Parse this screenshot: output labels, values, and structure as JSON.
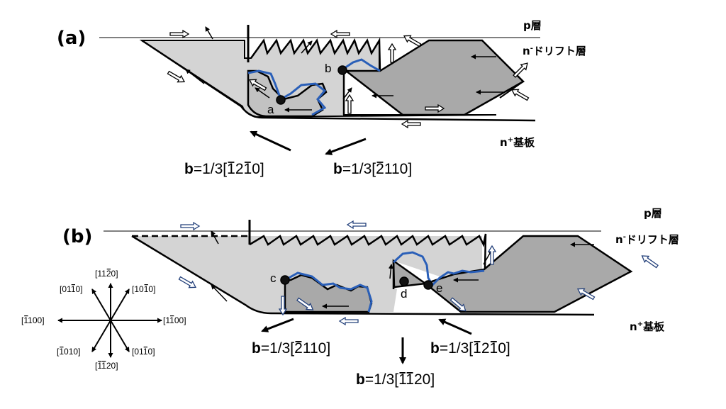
{
  "panels": {
    "a": {
      "label": "(a)",
      "layers": {
        "p": "p層",
        "drift_prefix": "n",
        "drift_sup": "-",
        "drift_suffix": "ドリフト層",
        "substrate_prefix": "n",
        "substrate_sup": "+",
        "substrate_suffix": "基板"
      },
      "points": [
        "a",
        "b"
      ],
      "burgers": [
        {
          "prefix": "b",
          "text": "=1/3[",
          "indices": [
            "1",
            "2",
            "1",
            "0"
          ],
          "bars": [
            true,
            false,
            true,
            false
          ],
          "close": "]"
        },
        {
          "prefix": "b",
          "text": "=1/3[",
          "indices": [
            "2",
            "1",
            "1",
            "0"
          ],
          "bars": [
            true,
            false,
            false,
            false
          ],
          "close": "]"
        }
      ]
    },
    "b": {
      "label": "(b)",
      "layers": {
        "p": "p層",
        "drift_prefix": "n",
        "drift_sup": "-",
        "drift_suffix": "ドリフト層",
        "substrate_prefix": "n",
        "substrate_sup": "+",
        "substrate_suffix": "基板"
      },
      "points": [
        "c",
        "d",
        "e"
      ],
      "burgers": [
        {
          "prefix": "b",
          "text": "=1/3[",
          "indices": [
            "2",
            "1",
            "1",
            "0"
          ],
          "bars": [
            true,
            false,
            false,
            false
          ],
          "close": "]"
        },
        {
          "prefix": "b",
          "text": "=1/3[",
          "indices": [
            "1",
            "1",
            "2",
            "0"
          ],
          "bars": [
            true,
            true,
            false,
            false
          ],
          "close": "]"
        },
        {
          "prefix": "b",
          "text": "=1/3[",
          "indices": [
            "1",
            "2",
            "1",
            "0"
          ],
          "bars": [
            true,
            false,
            true,
            false
          ],
          "close": "]"
        }
      ]
    }
  },
  "compass": [
    {
      "indices": [
        "1",
        "1",
        "2",
        "0"
      ],
      "bars": [
        false,
        false,
        true,
        false
      ]
    },
    {
      "indices": [
        "0",
        "1",
        "1",
        "0"
      ],
      "bars": [
        false,
        false,
        true,
        false
      ]
    },
    {
      "indices": [
        "1",
        "0",
        "1",
        "0"
      ],
      "bars": [
        false,
        false,
        true,
        false
      ]
    },
    {
      "indices": [
        "1",
        "1",
        "0",
        "0"
      ],
      "bars": [
        true,
        false,
        false,
        false
      ]
    },
    {
      "indices": [
        "1",
        "1",
        "0",
        "0"
      ],
      "bars": [
        false,
        true,
        false,
        false
      ]
    },
    {
      "indices": [
        "1",
        "0",
        "1",
        "0"
      ],
      "bars": [
        true,
        false,
        false,
        false
      ]
    },
    {
      "indices": [
        "0",
        "1",
        "1",
        "0"
      ],
      "bars": [
        false,
        false,
        true,
        false
      ]
    },
    {
      "indices": [
        "1",
        "1",
        "2",
        "0"
      ],
      "bars": [
        true,
        true,
        false,
        false
      ]
    }
  ],
  "colors": {
    "region_light": "#d4d4d4",
    "region_dark": "#a9a9a9",
    "dislocation_line": "#2a5fb8",
    "outline": "#000000",
    "hollow_arrow_a": "#000000",
    "hollow_arrow_b": "#23407a"
  }
}
